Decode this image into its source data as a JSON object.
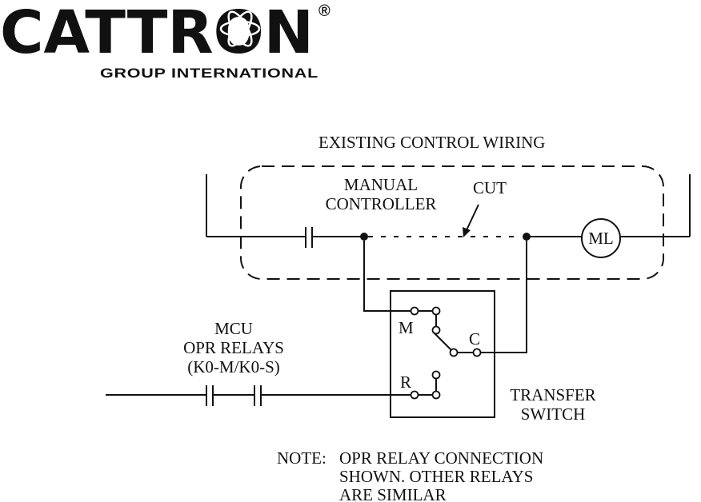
{
  "logo": {
    "wordmark": "CATTRON",
    "registered_mark": "®",
    "subtitle": "GROUP INTERNATIONAL"
  },
  "diagram": {
    "existing_wiring_label": "EXISTING CONTROL WIRING",
    "manual_controller_line1": "MANUAL",
    "manual_controller_line2": "CONTROLLER",
    "cut_label": "CUT",
    "motor_label": "ML",
    "mcu_line1": "MCU",
    "mcu_line2": "OPR RELAYS",
    "mcu_line3": "(K0-M/K0-S)",
    "switch_m": "M",
    "switch_c": "C",
    "switch_r": "R",
    "transfer_line1": "TRANSFER",
    "transfer_line2": "SWITCH"
  },
  "note": {
    "prefix": "NOTE:",
    "line1": "OPR RELAY CONNECTION",
    "line2": "SHOWN. OTHER RELAYS",
    "line3": "ARE SIMILAR"
  }
}
